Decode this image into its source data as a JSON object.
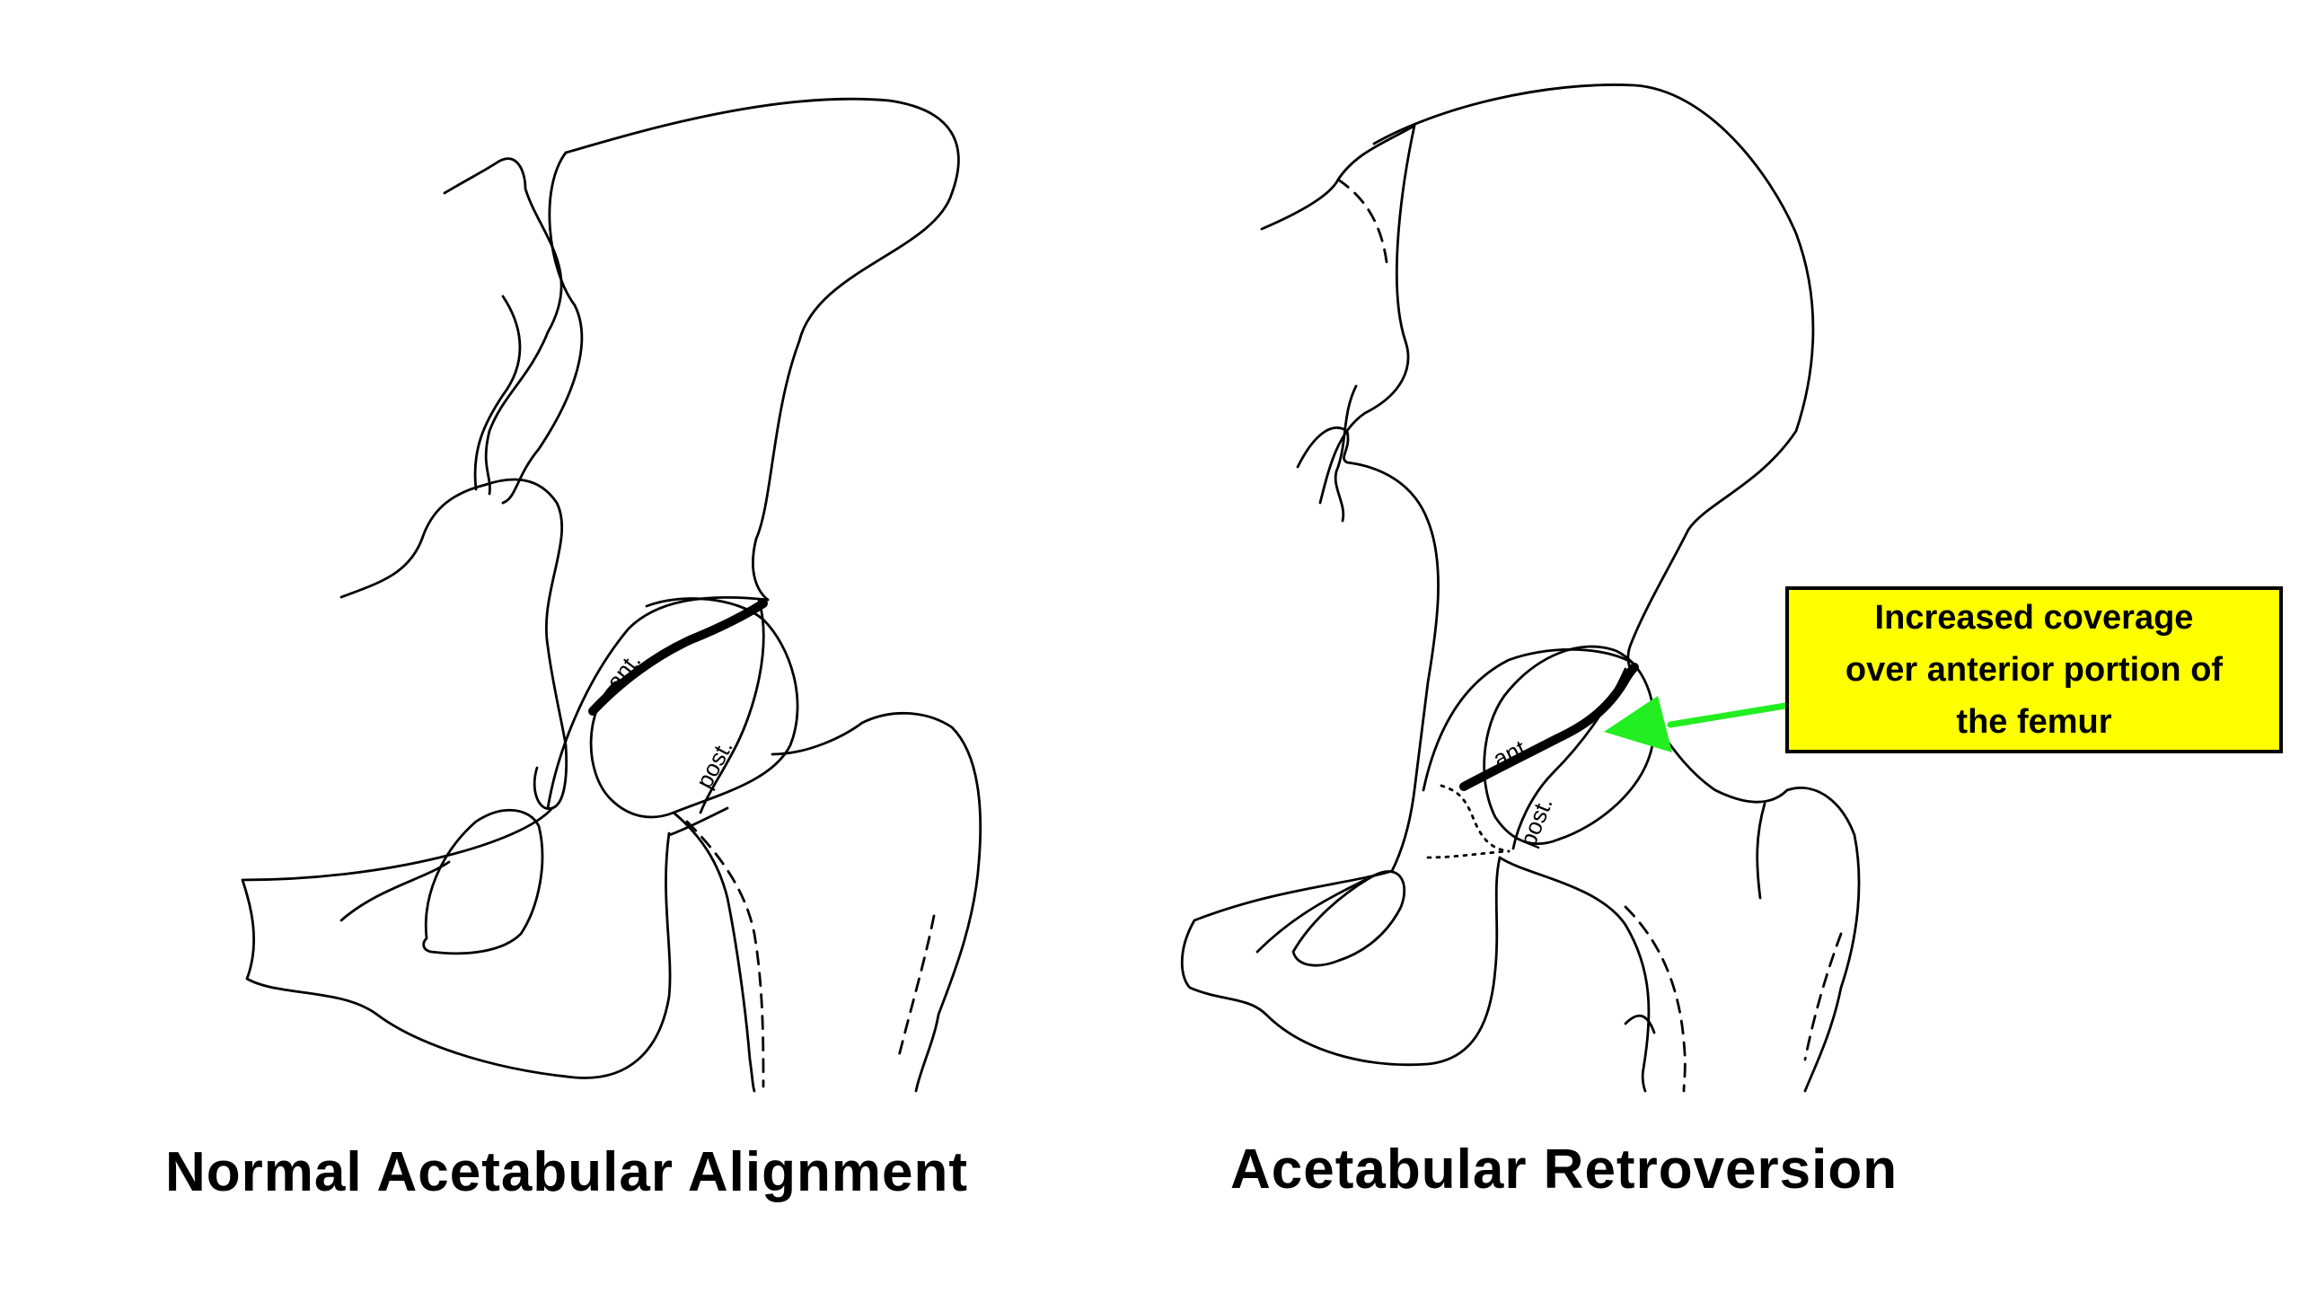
{
  "left_panel": {
    "caption": "Normal Acetabular Alignment",
    "wall_labels": {
      "anterior": "ant.",
      "posterior": "post."
    }
  },
  "right_panel": {
    "caption": "Acetabular Retroversion",
    "wall_labels": {
      "anterior": "ant.",
      "posterior": "post."
    }
  },
  "callout": {
    "lines": [
      "Increased coverage",
      "over anterior portion of",
      "the femur"
    ],
    "box_color": "#FFFF00",
    "arrow_color": "#22EE22"
  },
  "colors": {
    "line": "#000000",
    "background": "#FFFFFF"
  }
}
